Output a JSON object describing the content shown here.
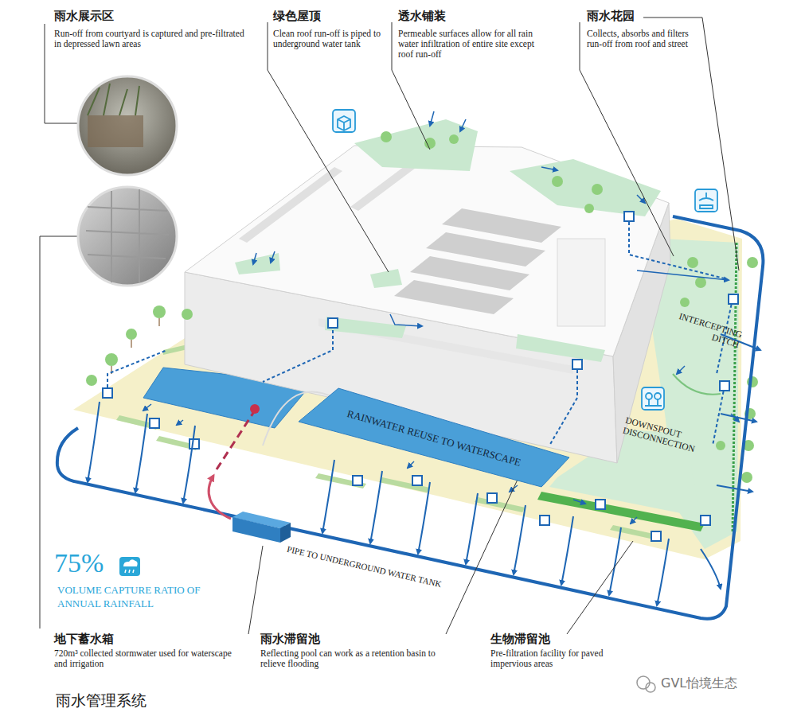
{
  "diagram": {
    "title": "雨水管理系统",
    "nodes": [
      {
        "text": [
          "RAINWATER REUSE TO WATERSCAPE"
        ]
      }
    ],
    "labels": [
      "雨水展示区",
      "Run-off from courtyard is captured and pre-filtrated in depressed lawn areas",
      "绿色屋顶",
      "Clean roof run-off is piped to underground water tank",
      "透水铺装",
      "Permeable surfaces allow for all rain water infiltration of entire site except roof run-off",
      "雨水花园",
      "Collects, absorbs and filters run-off from roof and street",
      "INTERCEPTING DITCH",
      "DOWNSPOUT DISCONNECTION",
      "PIPE TO UNDERGROUND WATER TANK",
      "75%",
      "VOLUME CAPTURE RATIO OF ANNUAL RAINFALL",
      "地下蓄水箱",
      "720m³ collected stormwater used for waterscape and irrigation",
      "雨水滞留池",
      "Reflecting pool can work as a retention basin to relieve flooding",
      "生物滞留池",
      "Pre-filtration facility for paved impervious areas",
      "GVL怡境生态"
    ]
  }
}
